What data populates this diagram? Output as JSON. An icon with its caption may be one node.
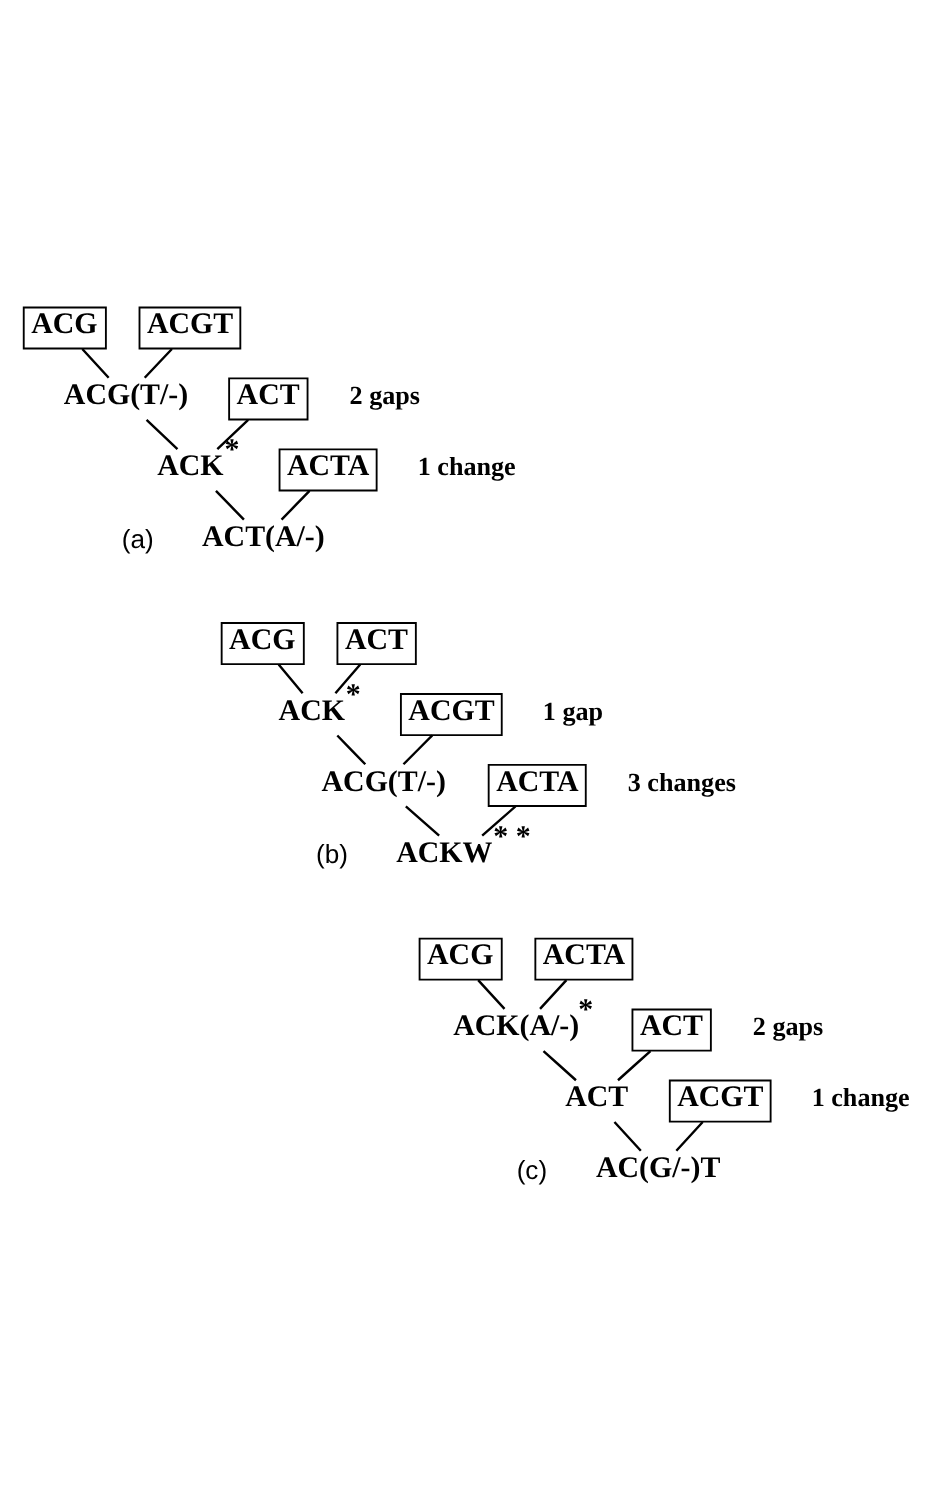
{
  "diagram": {
    "nodes": [
      {
        "text": [
          "ACG"
        ]
      },
      {
        "text": [
          "ACGT"
        ]
      },
      {
        "text": [
          "ACG(T/-)"
        ]
      },
      {
        "text": [
          "ACT"
        ]
      },
      {
        "text": [
          "ACK"
        ],
        "beside": [
          "*"
        ]
      },
      {
        "text": [
          "ACTA"
        ]
      },
      {
        "text": [
          "ACT(A/-)"
        ]
      },
      {
        "text": [
          "ACG"
        ]
      },
      {
        "text": [
          "ACT"
        ]
      },
      {
        "text": [
          "ACK"
        ],
        "beside": [
          "*"
        ]
      },
      {
        "text": [
          "ACGT"
        ]
      },
      {
        "text": [
          "ACG(T/-)"
        ]
      },
      {
        "text": [
          "ACTA"
        ]
      },
      {
        "text": [
          "ACKW"
        ],
        "beside": [
          "*",
          "*"
        ]
      },
      {
        "text": [
          "ACG"
        ]
      },
      {
        "text": [
          "ACTA"
        ]
      },
      {
        "text": [
          "ACK(A/-)"
        ],
        "beside": [
          "*"
        ]
      },
      {
        "text": [
          "ACT"
        ]
      },
      {
        "text": [
          "ACT"
        ]
      },
      {
        "text": [
          "ACGT"
        ]
      },
      {
        "text": [
          "AC(G/-)T"
        ]
      }
    ],
    "edges": [
      {
        "from": 0,
        "to": 2,
        "arrow": "none"
      },
      {
        "from": 1,
        "to": 2,
        "arrow": "none"
      },
      {
        "from": 2,
        "to": 4,
        "arrow": "none"
      },
      {
        "from": 3,
        "to": 4,
        "arrow": "none"
      },
      {
        "from": 4,
        "to": 6,
        "arrow": "none"
      },
      {
        "from": 5,
        "to": 6,
        "arrow": "none"
      },
      {
        "from": 7,
        "to": 9,
        "arrow": "none"
      },
      {
        "from": 8,
        "to": 9,
        "arrow": "none"
      },
      {
        "from": 9,
        "to": 11,
        "arrow": "none"
      },
      {
        "from": 10,
        "to": 11,
        "arrow": "none"
      },
      {
        "from": 11,
        "to": 13,
        "arrow": "none"
      },
      {
        "from": 12,
        "to": 13,
        "arrow": "none"
      },
      {
        "from": 14,
        "to": 16,
        "arrow": "none"
      },
      {
        "from": 15,
        "to": 16,
        "arrow": "none"
      },
      {
        "from": 16,
        "to": 18,
        "arrow": "none"
      },
      {
        "from": 17,
        "to": 18,
        "arrow": "none"
      },
      {
        "from": 18,
        "to": 20,
        "arrow": "none"
      },
      {
        "from": 19,
        "to": 20,
        "arrow": "none"
      }
    ],
    "labels": [
      "2 gaps",
      "1 change",
      "(a)",
      "1 gap",
      "3 changes",
      "(b)",
      "2 gaps",
      "1 change",
      "(c)"
    ]
  }
}
